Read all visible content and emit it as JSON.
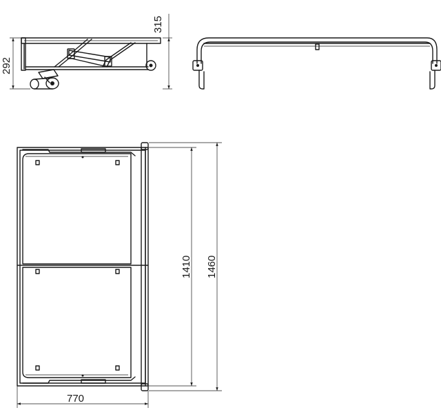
{
  "dimensions": {
    "side_height_top": "315",
    "side_height_frame": "292",
    "top_width": "770",
    "top_inner_length": "1410",
    "top_outer_length": "1460"
  },
  "colors": {
    "line": "#1a1a1a",
    "background": "#ffffff"
  }
}
